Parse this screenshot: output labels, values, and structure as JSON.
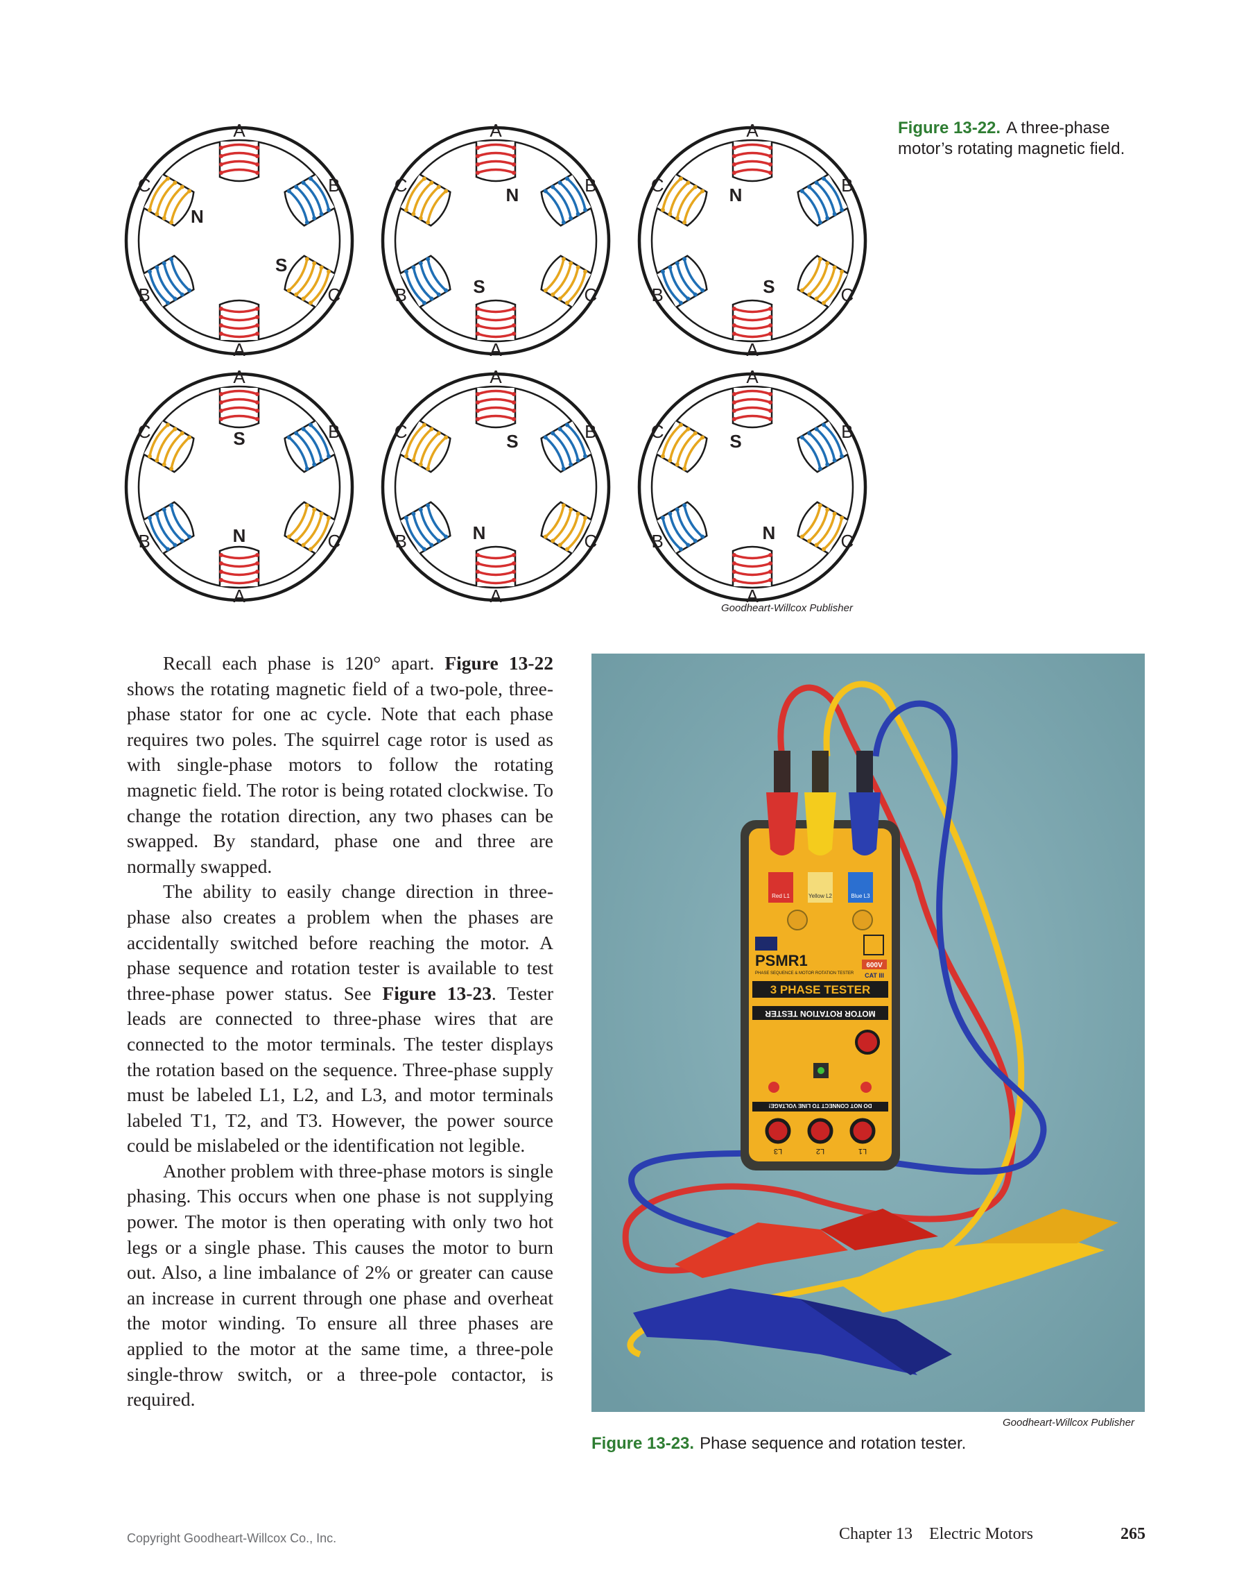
{
  "figure_22": {
    "number": "Figure 13-22.",
    "caption": "A three-phase motor’s rotating magnetic field.",
    "credit": "Goodheart-Willcox Publisher",
    "coil_labels": {
      "top": "A",
      "top_left": "C",
      "top_right": "B",
      "bottom_left": "B",
      "bottom_right": "C",
      "bottom": "A"
    },
    "coil_colors": {
      "A": "#d62f2f",
      "B": "#1f6fb5",
      "C": "#e6a61e"
    },
    "stators": [
      {
        "north": "N",
        "south": "S"
      },
      {
        "north": "N",
        "south": "S"
      },
      {
        "north": "N",
        "south": "S"
      },
      {
        "north": "N",
        "south": "S"
      },
      {
        "north": "N",
        "south": "S"
      },
      {
        "north": "N",
        "south": "S"
      }
    ]
  },
  "body": {
    "p1": [
      {
        "t": "Recall each phase is 120° apart. "
      },
      {
        "t": "Figure 13-22",
        "b": true
      },
      {
        "t": " shows the rotating magnetic field of a two-pole, three-phase stator for one ac cycle. Note that each phase requires two poles. The squirrel cage rotor is used as with single-phase motors to follow the rotating magnetic field. The rotor is being rotated clockwise. To change the rotation direction, any two phases can be swapped. By standard, phase one and three are normally swapped."
      }
    ],
    "p2": [
      {
        "t": "The ability to easily change direction in three-phase also creates a problem when the phases are accidentally switched before reaching the motor. A phase sequence and rotation tester is available to test three-phase power status. See "
      },
      {
        "t": "Figure 13-23",
        "b": true
      },
      {
        "t": ". Tester leads are connected to three-phase wires that are connected to the motor terminals. The tester displays the rotation based on the sequence. Three-phase supply must be labeled L1, L2, and L3, and motor terminals labeled T1, T2, and T3. However, the power source could be mislabeled or the identification not legible."
      }
    ],
    "p3": [
      {
        "t": "Another problem with three-phase motors is single phasing. This occurs when one phase is not supplying power. The motor is then operating with only two hot legs or a single phase. This causes the motor to burn out. Also, a line imbalance of 2% or greater can cause an increase in current through one phase and overheat the motor winding. To ensure all three phases are applied to the motor at the same time, a three-pole single-throw switch, or a three-pole contactor, is required."
      }
    ]
  },
  "figure_23": {
    "number": "Figure 13-23.",
    "caption": "Phase sequence and rotation tester.",
    "credit": "Goodheart-Willcox Publisher",
    "device": {
      "model": "PSMR1",
      "subtitle": "PHASE SEQUENCE & MOTOR ROTATION TESTER",
      "title": "3 PHASE TESTER",
      "rating": "600V",
      "category": "CAT III",
      "band": "MOTOR ROTATION TESTER",
      "warning": "DO NOT CONNECT TO LINE VOLTAGE!",
      "terminals": [
        "L3",
        "L2",
        "L1"
      ],
      "lead_labels": [
        "Red L1",
        "Yellow L2",
        "Blue L3"
      ]
    },
    "background": "#7fa9b2"
  },
  "footer": {
    "copyright": "Copyright Goodheart-Willcox Co., Inc.",
    "chapter": "Chapter 13    Electric Motors",
    "page": "265"
  }
}
